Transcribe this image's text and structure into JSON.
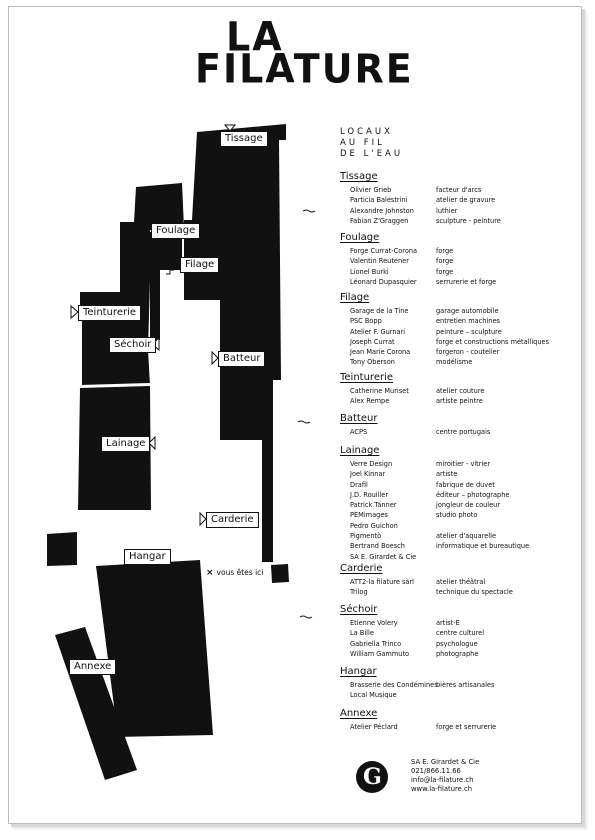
{
  "title": {
    "line1": "LA",
    "line2": "FILATURE"
  },
  "heading": [
    "LOCAUX",
    "AU FIL",
    "DE L'EAU"
  ],
  "map_labels": {
    "tissage": "Tissage",
    "foulage": "Foulage",
    "filage": "Filage",
    "teinturerie": "Teinturerie",
    "sechoir": "Séchoir",
    "batteur": "Batteur",
    "lainage": "Lainage",
    "carderie": "Carderie",
    "hangar": "Hangar",
    "annexe": "Annexe"
  },
  "you_are_here": {
    "symbol": "×",
    "text": "vous êtes ici"
  },
  "sections": [
    {
      "title": "Tissage",
      "entries": [
        {
          "name": "Olivier Grieb",
          "activity": "facteur d'arcs"
        },
        {
          "name": "Particia Balestrini",
          "activity": "atelier de gravure"
        },
        {
          "name": "Alexandre Johnston",
          "activity": "luthier"
        },
        {
          "name": "Fabian Z'Graggen",
          "activity": "sculpture - peinture"
        }
      ]
    },
    {
      "title": "Foulage",
      "entries": [
        {
          "name": "Forge Currat-Corona",
          "activity": "forge"
        },
        {
          "name": "Valentin Reutener",
          "activity": "forge"
        },
        {
          "name": "Lionel Burki",
          "activity": "forge"
        },
        {
          "name": "Léonard Dupasquier",
          "activity": "serrurerie et forge"
        }
      ]
    },
    {
      "title": "Filage",
      "entries": [
        {
          "name": "Garage de la Tine",
          "activity": "garage automobile"
        },
        {
          "name": "PSC Bopp",
          "activity": "entretien machines"
        },
        {
          "name": "Atelier F. Gurnari",
          "activity": "peinture – sculpture"
        },
        {
          "name": "Joseph Currat",
          "activity": "forge et constructions métalliques"
        },
        {
          "name": "Jean Marie Corona",
          "activity": "forgeron - coutelier"
        },
        {
          "name": "Tony Oberson",
          "activity": "modélisme"
        }
      ]
    },
    {
      "title": "Teinturerie",
      "entries": [
        {
          "name": "Catherine Muriset",
          "activity": "atelier couture"
        },
        {
          "name": "Alex Rempe",
          "activity": "artiste peintre"
        }
      ]
    },
    {
      "title": "Batteur",
      "entries": [
        {
          "name": "ACPS",
          "activity": "centre portugais"
        }
      ]
    },
    {
      "title": "Lainage",
      "entries": [
        {
          "name": "Verre Design",
          "activity": "miroitier - vitrier"
        },
        {
          "name": "Joel Kinnar",
          "activity": "artiste"
        },
        {
          "name": "Drafil",
          "activity": "fabrique de duvet"
        },
        {
          "name": "J.D. Rouiller",
          "activity": "éditeur – photographe"
        },
        {
          "name": "Patrick Tanner",
          "activity": "jongleur de couleur"
        },
        {
          "name": "PEMimages",
          "activity": "studio photo"
        },
        {
          "name": "Pedro Guichon",
          "activity": ""
        },
        {
          "name": "Pigmentò",
          "activity": "atelier d'aquarelle"
        },
        {
          "name": "Bertrand Boesch",
          "activity": "informatique et bureautique"
        },
        {
          "name": "SA E. Girardet & Cie",
          "activity": ""
        }
      ]
    },
    {
      "title": "Carderie",
      "entries": [
        {
          "name": "ATT2-la filature sàrl",
          "activity": "atelier théâtral"
        },
        {
          "name": "Trilog",
          "activity": "technique du spectacle"
        }
      ]
    },
    {
      "title": "Séchoir",
      "entries": [
        {
          "name": "Etienne Volery",
          "activity": "artist-E"
        },
        {
          "name": "La Bille",
          "activity": "centre culturel"
        },
        {
          "name": "Gabriella Trinco",
          "activity": "psychologue"
        },
        {
          "name": "William Gammuto",
          "activity": "photographe"
        }
      ]
    },
    {
      "title": "Hangar",
      "entries": [
        {
          "name": "Brasserie des Condémines",
          "activity": "bières artisanales"
        },
        {
          "name": "Local Musique",
          "activity": ""
        }
      ]
    },
    {
      "title": "Annexe",
      "entries": [
        {
          "name": "Atelier Péclard",
          "activity": "forge et serrurerie"
        }
      ]
    }
  ],
  "footer": {
    "company": "SA E. Girardet & Cie",
    "phone": "021/866.11.66",
    "email": "info@la-filature.ch",
    "web": "www.la-filature.ch",
    "logo_letter": "G"
  },
  "colors": {
    "ink": "#111111",
    "paper": "#ffffff"
  }
}
